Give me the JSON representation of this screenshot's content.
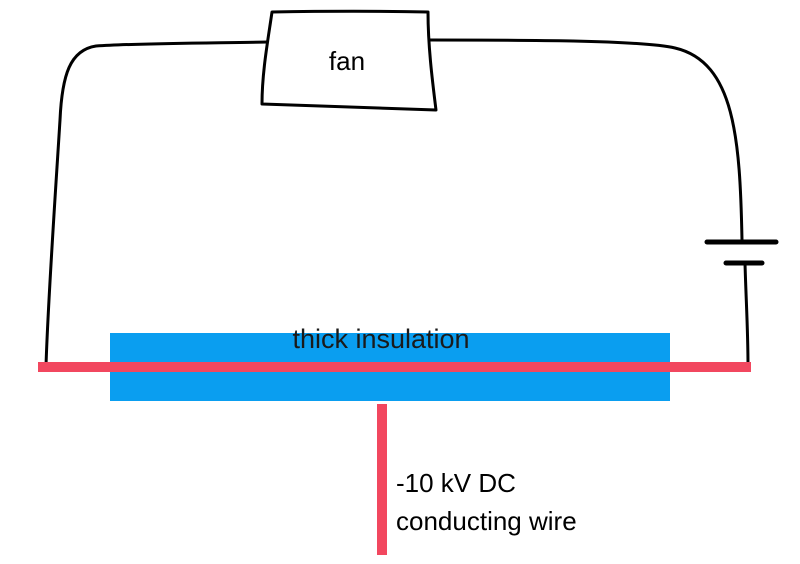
{
  "labels": {
    "fan": "fan",
    "insulation": "thick insulation",
    "voltage": "-10 kV DC",
    "wire": "conducting wire"
  },
  "colors": {
    "background": "#ffffff",
    "circuit_stroke": "#000000",
    "insulation": "#0a9ef0",
    "conductor": "#f2475f"
  },
  "components": {
    "load": "fan",
    "source": "battery-symbol"
  }
}
